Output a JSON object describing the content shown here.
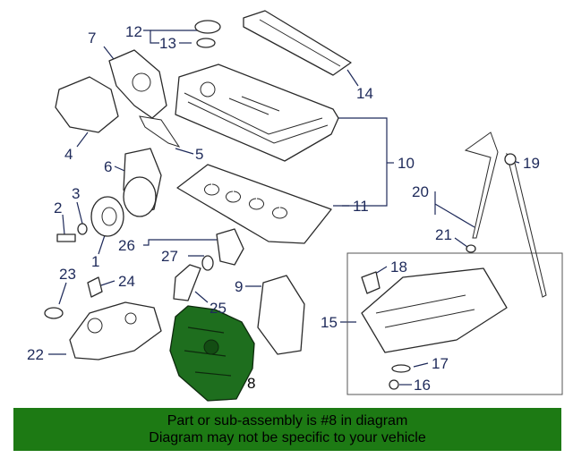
{
  "diagram": {
    "callouts": {
      "c1": "1",
      "c2": "2",
      "c3": "3",
      "c4": "4",
      "c5": "5",
      "c6": "6",
      "c7": "7",
      "c8": "8",
      "c9": "9",
      "c10": "10",
      "c11": "11",
      "c12": "12",
      "c13": "13",
      "c14": "14",
      "c15": "15",
      "c16": "16",
      "c17": "17",
      "c18": "18",
      "c19": "19",
      "c20": "20",
      "c21": "21",
      "c22": "22",
      "c23": "23",
      "c24": "24",
      "c25": "25",
      "c26": "26",
      "c27": "27"
    },
    "highlighted_part": "8",
    "colors": {
      "highlight_fill": "#1e6e1e",
      "line": "#1e2a5a",
      "banner_bg": "#1d7a14"
    }
  },
  "banner": {
    "line1": "Part or sub-assembly is #8 in diagram",
    "line2": "Diagram may not be specific to your vehicle"
  }
}
